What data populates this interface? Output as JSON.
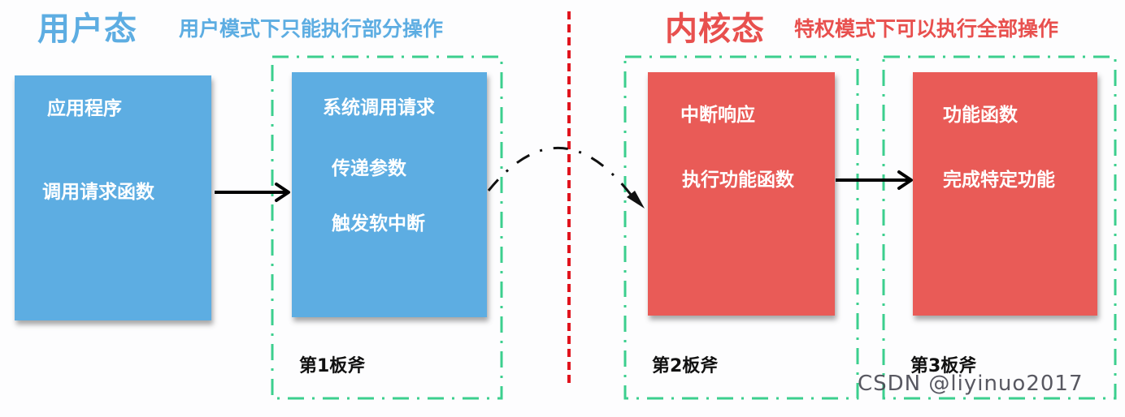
{
  "user_mode": {
    "title": "用户态",
    "subtitle": "用户模式下只能执行部分操作",
    "color": "#5dade2"
  },
  "kernel_mode": {
    "title": "内核态",
    "subtitle": "特权模式下可以执行全部操作",
    "color": "#e8504e"
  },
  "divider_color": "#e0141e",
  "frame_color": "#3ccf8e",
  "boxes": [
    {
      "id": "application",
      "lines": [
        "应用程序",
        "调用请求函数"
      ],
      "color": "#5dade2"
    },
    {
      "id": "syscall",
      "lines": [
        "系统调用请求",
        "传递参数",
        "触发软中断"
      ],
      "color": "#5dade2"
    },
    {
      "id": "interrupt",
      "lines": [
        "中断响应",
        "执行功能函数"
      ],
      "color": "#e95b57"
    },
    {
      "id": "function",
      "lines": [
        "功能函数",
        "完成特定功能"
      ],
      "color": "#e95b57"
    }
  ],
  "stages": [
    {
      "label": "第1板斧"
    },
    {
      "label": "第2板斧"
    },
    {
      "label": "第3板斧"
    }
  ],
  "watermark": "CSDN @liyinuo2017"
}
